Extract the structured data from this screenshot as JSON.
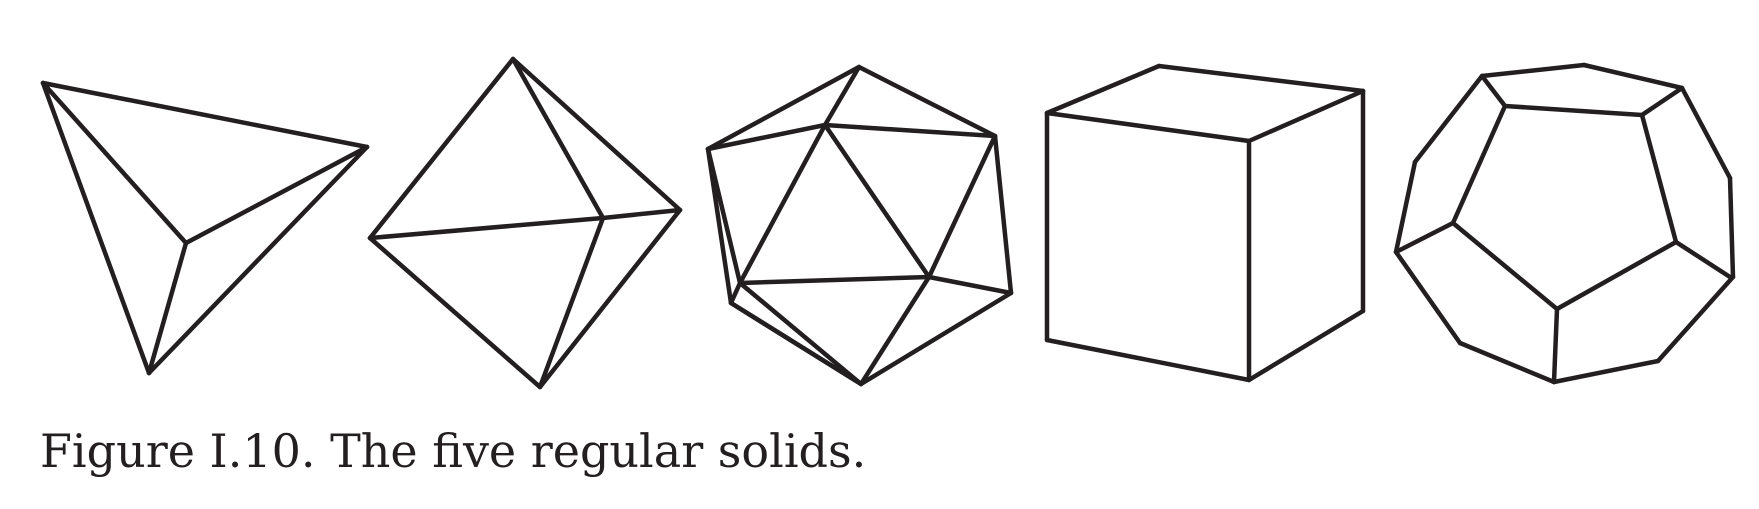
{
  "figure": {
    "caption": "Figure I.10.  The five regular solids.",
    "line_color": "#231f20",
    "solids": [
      "tetrahedron",
      "octahedron",
      "icosahedron",
      "cube",
      "dodecahedron"
    ]
  }
}
